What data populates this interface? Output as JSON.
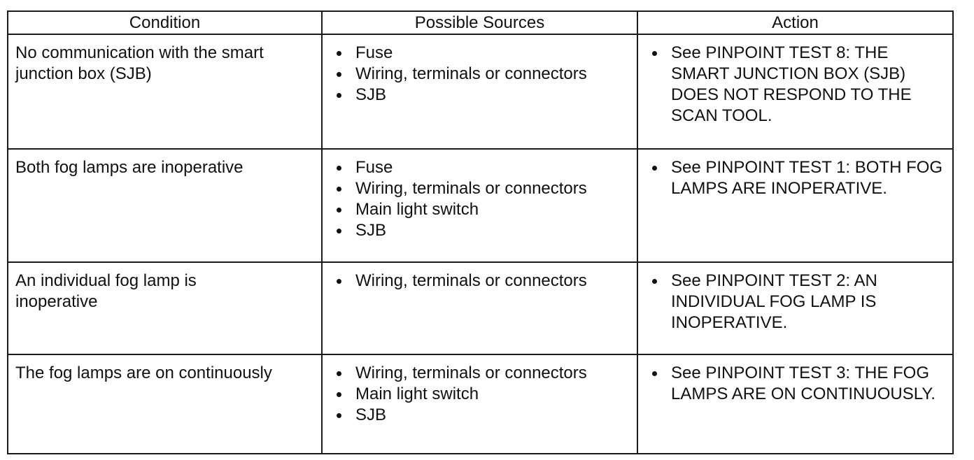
{
  "headers": {
    "condition": "Condition",
    "sources": "Possible Sources",
    "action": "Action"
  },
  "rows": [
    {
      "condition": "No communication with the smart junction box (SJB)",
      "sources": [
        "Fuse",
        "Wiring, terminals or connectors",
        "SJB"
      ],
      "action": "See PINPOINT TEST 8: THE SMART JUNCTION BOX (SJB) DOES NOT RESPOND TO THE SCAN TOOL."
    },
    {
      "condition": "Both fog lamps are inoperative",
      "sources": [
        "Fuse",
        "Wiring, terminals or connectors",
        "Main light switch",
        "SJB"
      ],
      "action": "See PINPOINT TEST 1: BOTH FOG LAMPS ARE INOPERATIVE."
    },
    {
      "condition": "An individual fog lamp is inoperative",
      "sources": [
        "Wiring, terminals or connectors"
      ],
      "action": "See PINPOINT TEST 2: AN INDIVIDUAL FOG LAMP IS INOPERATIVE."
    },
    {
      "condition": "The fog lamps are on continuously",
      "sources": [
        "Wiring, terminals or connectors",
        "Main light switch",
        "SJB"
      ],
      "action": "See PINPOINT TEST 3: THE FOG LAMPS ARE ON CONTINUOUSLY."
    }
  ]
}
